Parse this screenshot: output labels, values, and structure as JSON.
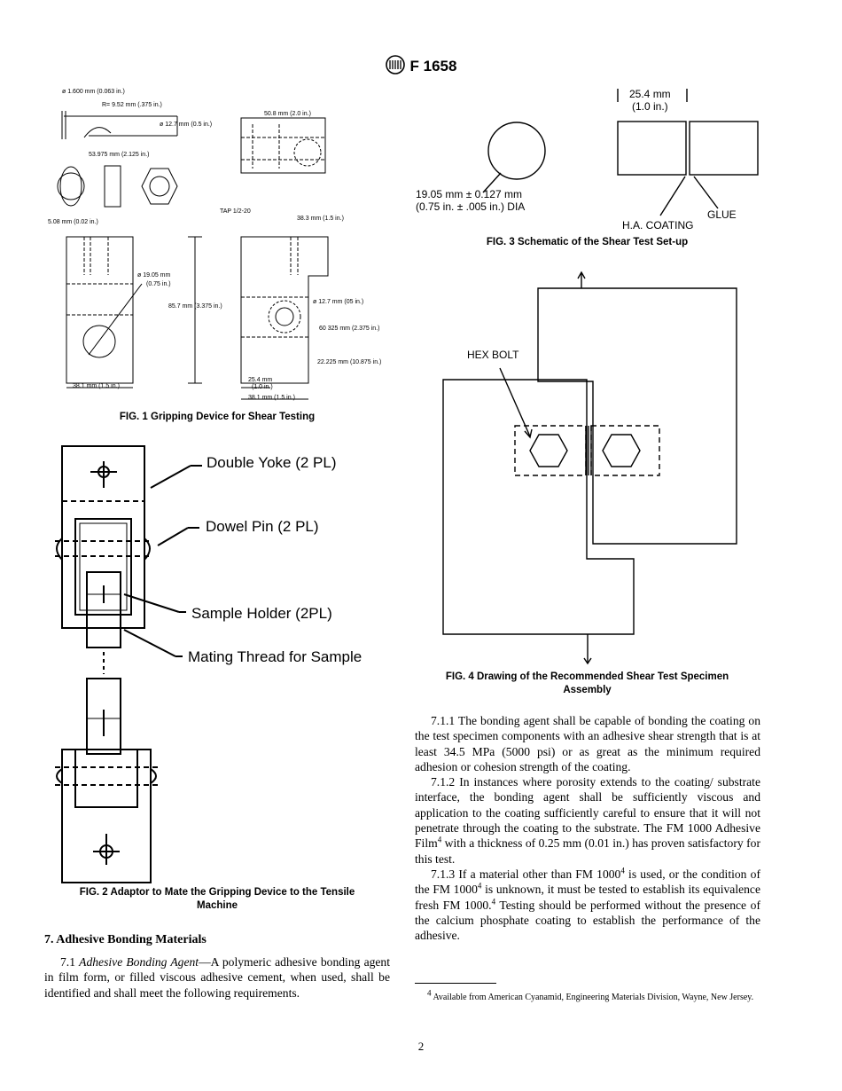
{
  "header": {
    "designation": "F 1658"
  },
  "fig1": {
    "caption": "FIG. 1 Gripping Device for Shear Testing",
    "dims": {
      "hole_dia": "ø 1.600 mm (0.063 in.)",
      "radius": "R= 9.52 mm (.375 in.)",
      "dia_127": "ø 12.7 mm (0.5 in.)",
      "len_53975": "53.975 mm (2.125 in.)",
      "w_508": "50.8 mm (2.0 in.)",
      "tap": "TAP 1/2-20",
      "w_381_top": "38.3 mm (1.5 in.)",
      "w_508_small": "5.08 mm (0.02 in.)",
      "dia_1905": "ø 19.05 mm",
      "dia_1905_in": "(0.75 in.)",
      "h_857": "85.7 mm (3.375 in.)",
      "dia_127b": "ø 12.7 mm (05 in.)",
      "len_60325": "60 325 mm (2.375 in.)",
      "len_22225": "22.225 mm (10.875 in.)",
      "w_381_left": "38.1 mm (1.5 in.)",
      "w_254": "25.4 mm",
      "w_254_in": "(1.0 in.)",
      "w_381_bottom": "38.1 mm (1.5 in.)"
    }
  },
  "fig2": {
    "caption_line1": "FIG. 2 Adaptor to Mate the Gripping Device to the Tensile",
    "caption_line2": "Machine",
    "labels": {
      "double_yoke": "Double Yoke (2 PL)",
      "dowel_pin": "Dowel Pin (2 PL)",
      "sample_holder": "Sample Holder (2PL)",
      "mating_thread": "Mating Thread for Sample"
    }
  },
  "fig3": {
    "caption": "FIG. 3 Schematic of the Shear Test Set-up",
    "labels": {
      "width": "25.4 mm",
      "width_in": "(1.0 in.)",
      "dia": "19.05 mm ± 0.127 mm",
      "dia_in": "(0.75 in. ± .005 in.) DIA",
      "coating": "H.A. COATING",
      "glue": "GLUE"
    }
  },
  "fig4": {
    "caption_line1": "FIG. 4 Drawing of the Recommended Shear Test Specimen",
    "caption_line2": "Assembly",
    "label": "HEX BOLT"
  },
  "section7": {
    "heading": "7. Adhesive Bonding Materials",
    "p71_num": "7.1 ",
    "p71_term": "Adhesive Bonding Agent",
    "p71_text": "—A polymeric adhesive bonding agent in film form, or filled viscous adhesive cement, when used, shall be identified and shall meet the following requirements.",
    "p711": "7.1.1 The bonding agent shall be capable of bonding the coating on the test specimen components with an adhesive shear strength that is at least 34.5 MPa (5000 psi) or as great as the minimum required adhesion or cohesion strength of the coating.",
    "p712a": "7.1.2 In instances where porosity extends to the coating/ substrate interface, the bonding agent shall be sufficiently viscous and application to the coating sufficiently careful to ensure that it will not penetrate through the coating to the substrate. The FM 1000 Adhesive Film",
    "p712b": " with a thickness of 0.25 mm (0.01 in.) has proven satisfactory for this test.",
    "p713a": "7.1.3 If a material other than FM 1000",
    "p713b": " is used, or the condition of the FM 1000",
    "p713c": " is unknown, it must be tested to establish its equivalence fresh FM 1000.",
    "p713d": " Testing should be performed without the presence of the calcium phosphate coating to establish the performance of the adhesive.",
    "fn_mark": "4"
  },
  "footnote": {
    "mark": "4",
    "text": " Available from American Cyanamid, Engineering Materials Division, Wayne, New Jersey."
  },
  "page_number": "2"
}
